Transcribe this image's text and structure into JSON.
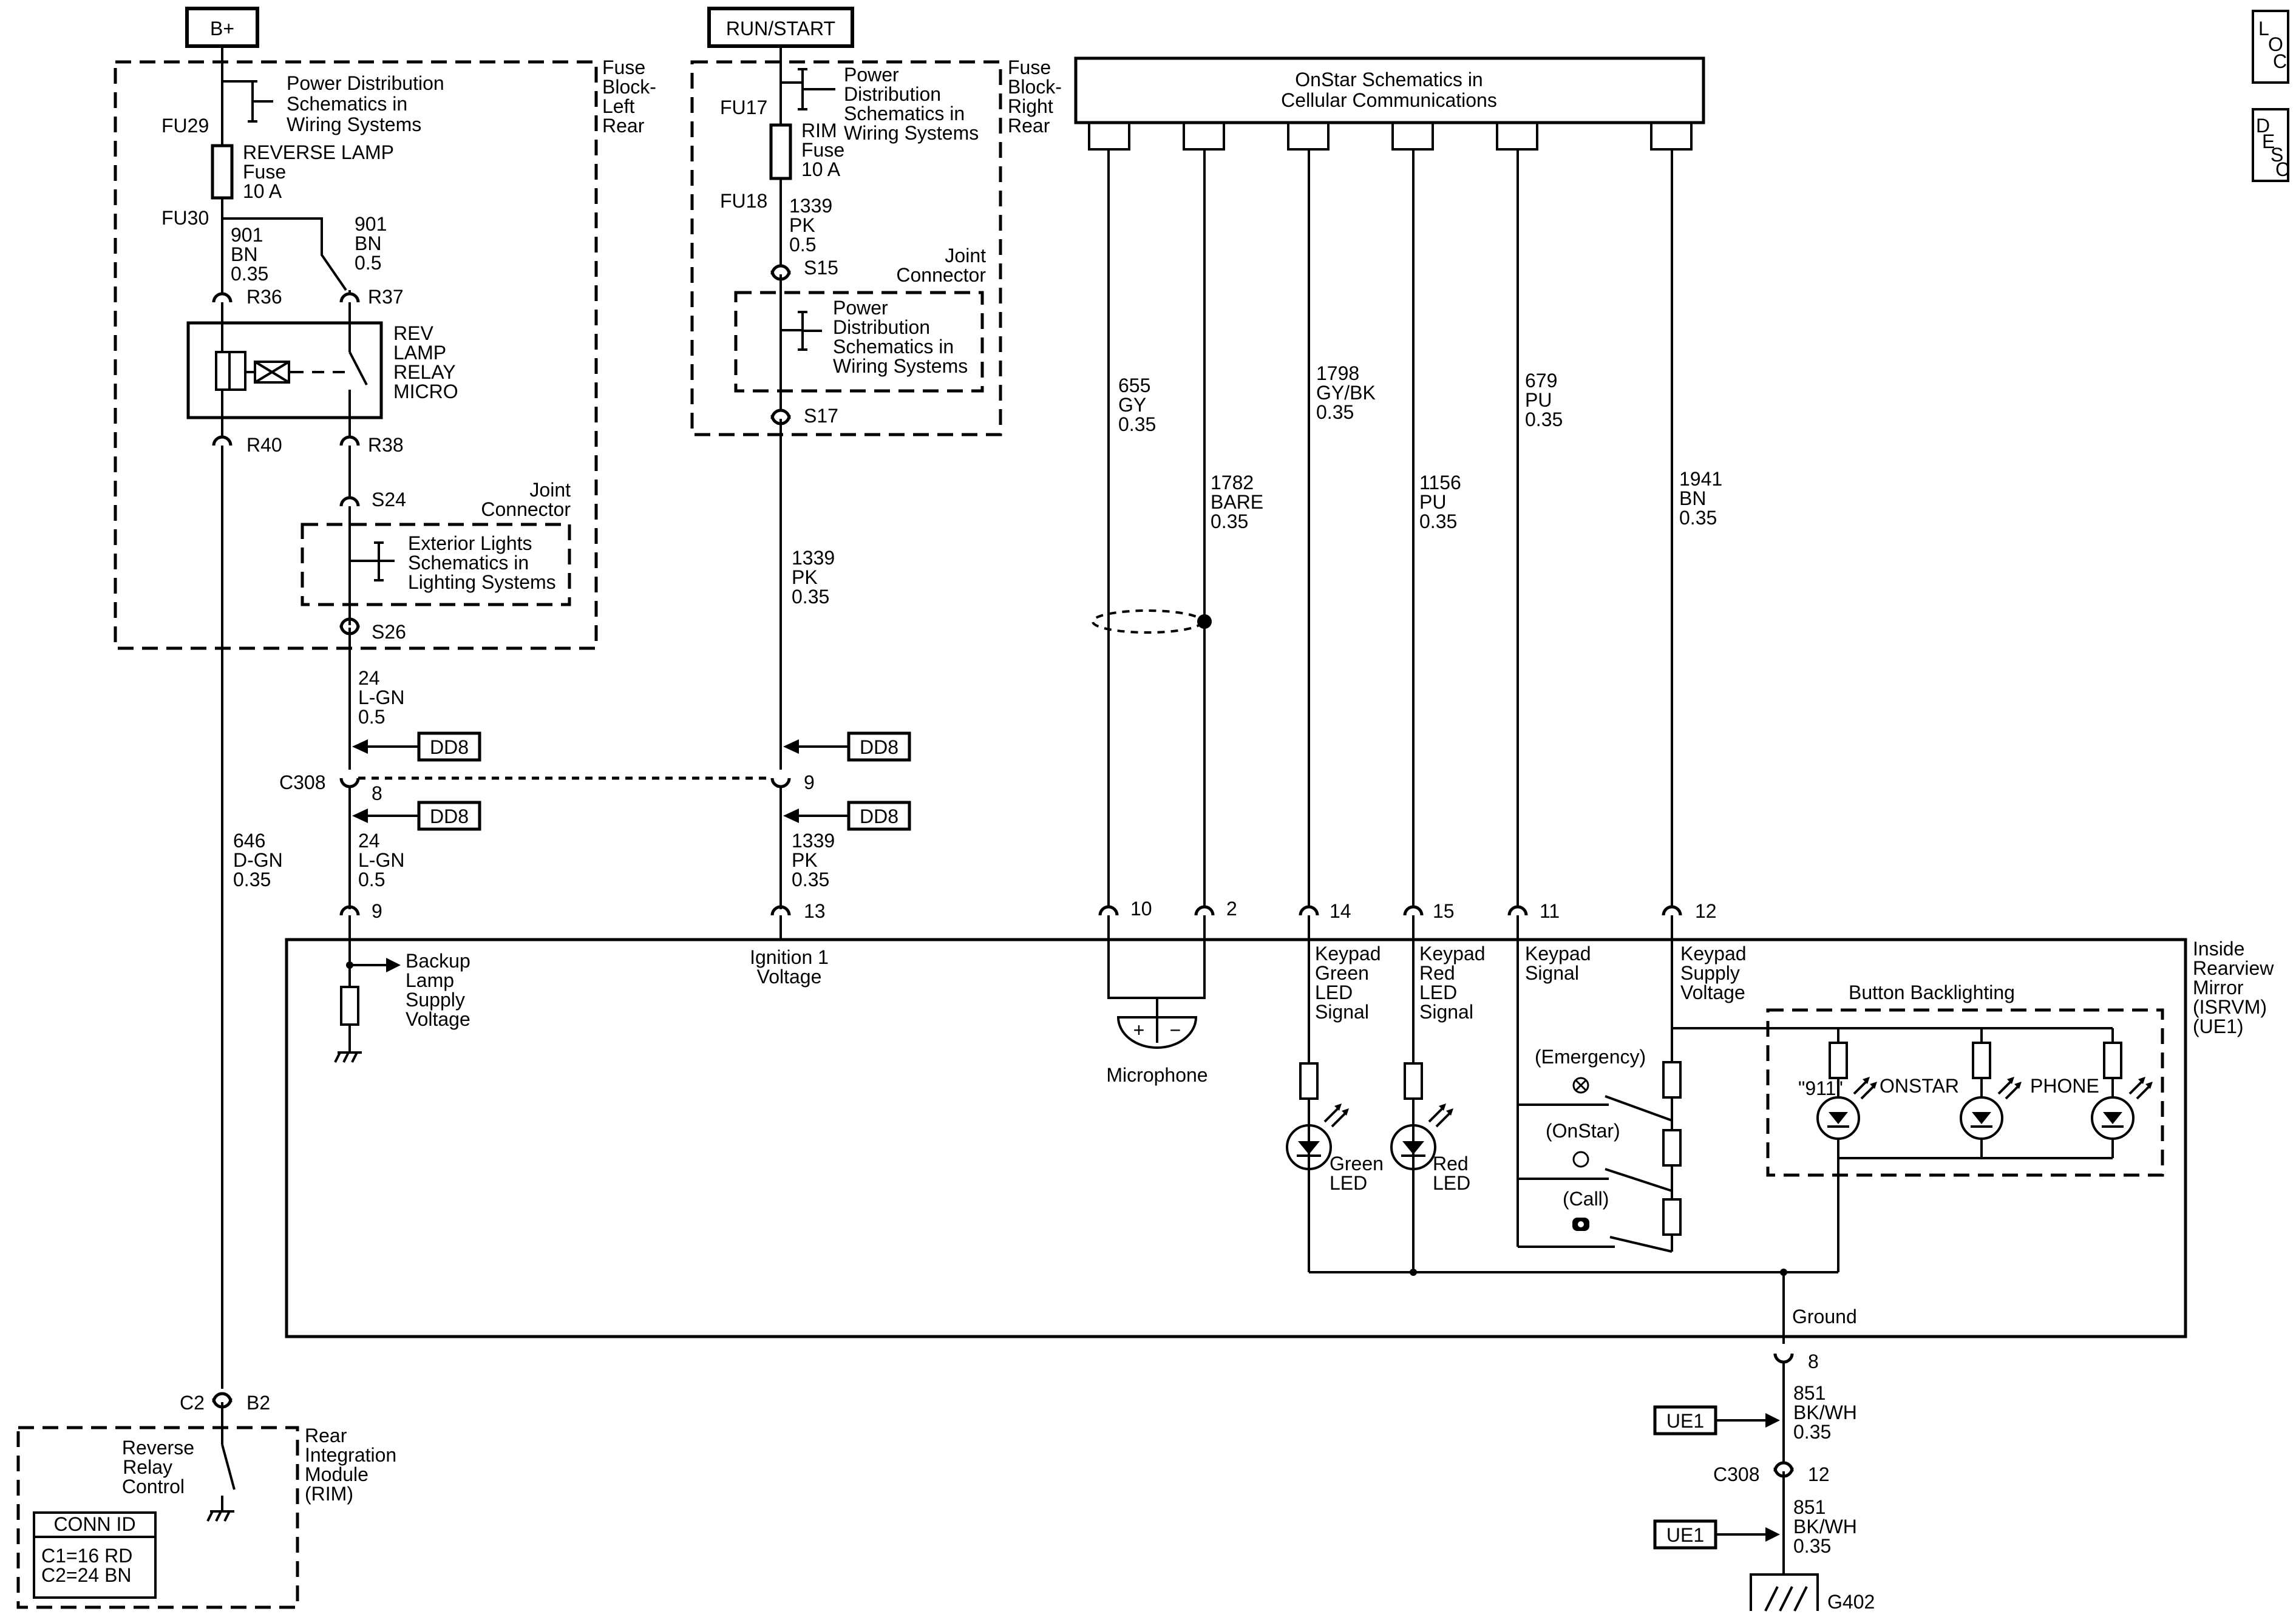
{
  "sources": {
    "bplus": "B+",
    "runstart": "RUN/START"
  },
  "nav_icons": {
    "loc": [
      "L",
      "O",
      "C"
    ],
    "desc": [
      "D",
      "E",
      "S",
      "C"
    ]
  },
  "fuse_block_left": {
    "title": [
      "Fuse",
      "Block-",
      "Left",
      "Rear"
    ],
    "fu29": "FU29",
    "fu30": "FU30",
    "power_dist": [
      "Power Distribution",
      "Schematics in",
      "Wiring Systems"
    ],
    "fuse": [
      "REVERSE LAMP",
      "Fuse",
      "10 A"
    ],
    "wire_r36": [
      "901",
      "BN",
      "0.35"
    ],
    "wire_r37": [
      "901",
      "BN",
      "0.5"
    ],
    "r36": "R36",
    "r37": "R37",
    "relay": [
      "REV",
      "LAMP",
      "RELAY",
      "MICRO"
    ],
    "r40": "R40",
    "r38": "R38",
    "s24": "S24",
    "joint": [
      "Joint",
      "Connector"
    ],
    "ext_lights": [
      "Exterior Lights",
      "Schematics in",
      "Lighting Systems"
    ],
    "s26": "S26"
  },
  "fuse_block_right": {
    "title": [
      "Fuse",
      "Block-",
      "Right",
      "Rear"
    ],
    "fu17": "FU17",
    "fu18": "FU18",
    "power_dist": [
      "Power",
      "Distribution",
      "Schematics in",
      "Wiring Systems"
    ],
    "fuse": [
      "RIM",
      "Fuse",
      "10 A"
    ],
    "wire": [
      "1339",
      "PK",
      "0.5"
    ],
    "s15": "S15",
    "joint": [
      "Joint",
      "Connector"
    ],
    "power_dist2": [
      "Power",
      "Distribution",
      "Schematics in",
      "Wiring Systems"
    ],
    "s17": "S17"
  },
  "onstar": {
    "label": [
      "OnStar Schematics in",
      "Cellular Communications"
    ],
    "wires": [
      [
        "655",
        "GY",
        "0.35"
      ],
      [
        "1782",
        "BARE",
        "0.35"
      ],
      [
        "1798",
        "GY/BK",
        "0.35"
      ],
      [
        "1156",
        "PU",
        "0.35"
      ],
      [
        "679",
        "PU",
        "0.35"
      ],
      [
        "1941",
        "BN",
        "0.35"
      ]
    ]
  },
  "c308": {
    "name": "C308",
    "pin_left": "8",
    "pin_right": "9",
    "dd8": "DD8",
    "wire_left_upper": [
      "24",
      "L-GN",
      "0.5"
    ],
    "wire_left_lower": [
      "24",
      "L-GN",
      "0.5"
    ],
    "wire_right_upper": [
      "1339",
      "PK",
      "0.35"
    ],
    "wire_right_lower": [
      "1339",
      "PK",
      "0.35"
    ],
    "wire_646": [
      "646",
      "D-GN",
      "0.35"
    ]
  },
  "mirror": {
    "title": [
      "Inside",
      "Rearview",
      "Mirror",
      "(ISRVM)",
      "(UE1)"
    ],
    "pins": [
      "9",
      "13",
      "10",
      "2",
      "14",
      "15",
      "11",
      "12"
    ],
    "backup": [
      "Backup",
      "Lamp",
      "Supply",
      "Voltage"
    ],
    "ignition": [
      "Ignition 1",
      "Voltage"
    ],
    "microphone": "Microphone",
    "mic_plus": "+",
    "mic_minus": "−",
    "keypad_green": [
      "Keypad",
      "Green",
      "LED",
      "Signal"
    ],
    "keypad_red": [
      "Keypad",
      "Red",
      "LED",
      "Signal"
    ],
    "keypad_signal": [
      "Keypad",
      "Signal"
    ],
    "keypad_supply": [
      "Keypad",
      "Supply",
      "Voltage"
    ],
    "green_led": [
      "Green",
      "LED"
    ],
    "red_led": [
      "Red",
      "LED"
    ],
    "emergency": "(Emergency)",
    "onstar_btn": "(OnStar)",
    "call": "(Call)",
    "backlight_title": "Button Backlighting",
    "bl_911": "\"911\"",
    "bl_onstar": "ONSTAR",
    "bl_phone": "PHONE",
    "ground": "Ground"
  },
  "ground_path": {
    "pin8": "8",
    "wire1": [
      "851",
      "BK/WH",
      "0.35"
    ],
    "ue1": "UE1",
    "c308": "C308",
    "pin12": "12",
    "wire2": [
      "851",
      "BK/WH",
      "0.35"
    ],
    "g402": "G402"
  },
  "rim": {
    "c2": "C2",
    "b2": "B2",
    "control": [
      "Reverse",
      "Relay",
      "Control"
    ],
    "title": [
      "Rear",
      "Integration",
      "Module",
      "(RIM)"
    ],
    "conn_id": "CONN ID",
    "c1": "C1=16 RD",
    "c2_line": "C2=24 BN"
  }
}
